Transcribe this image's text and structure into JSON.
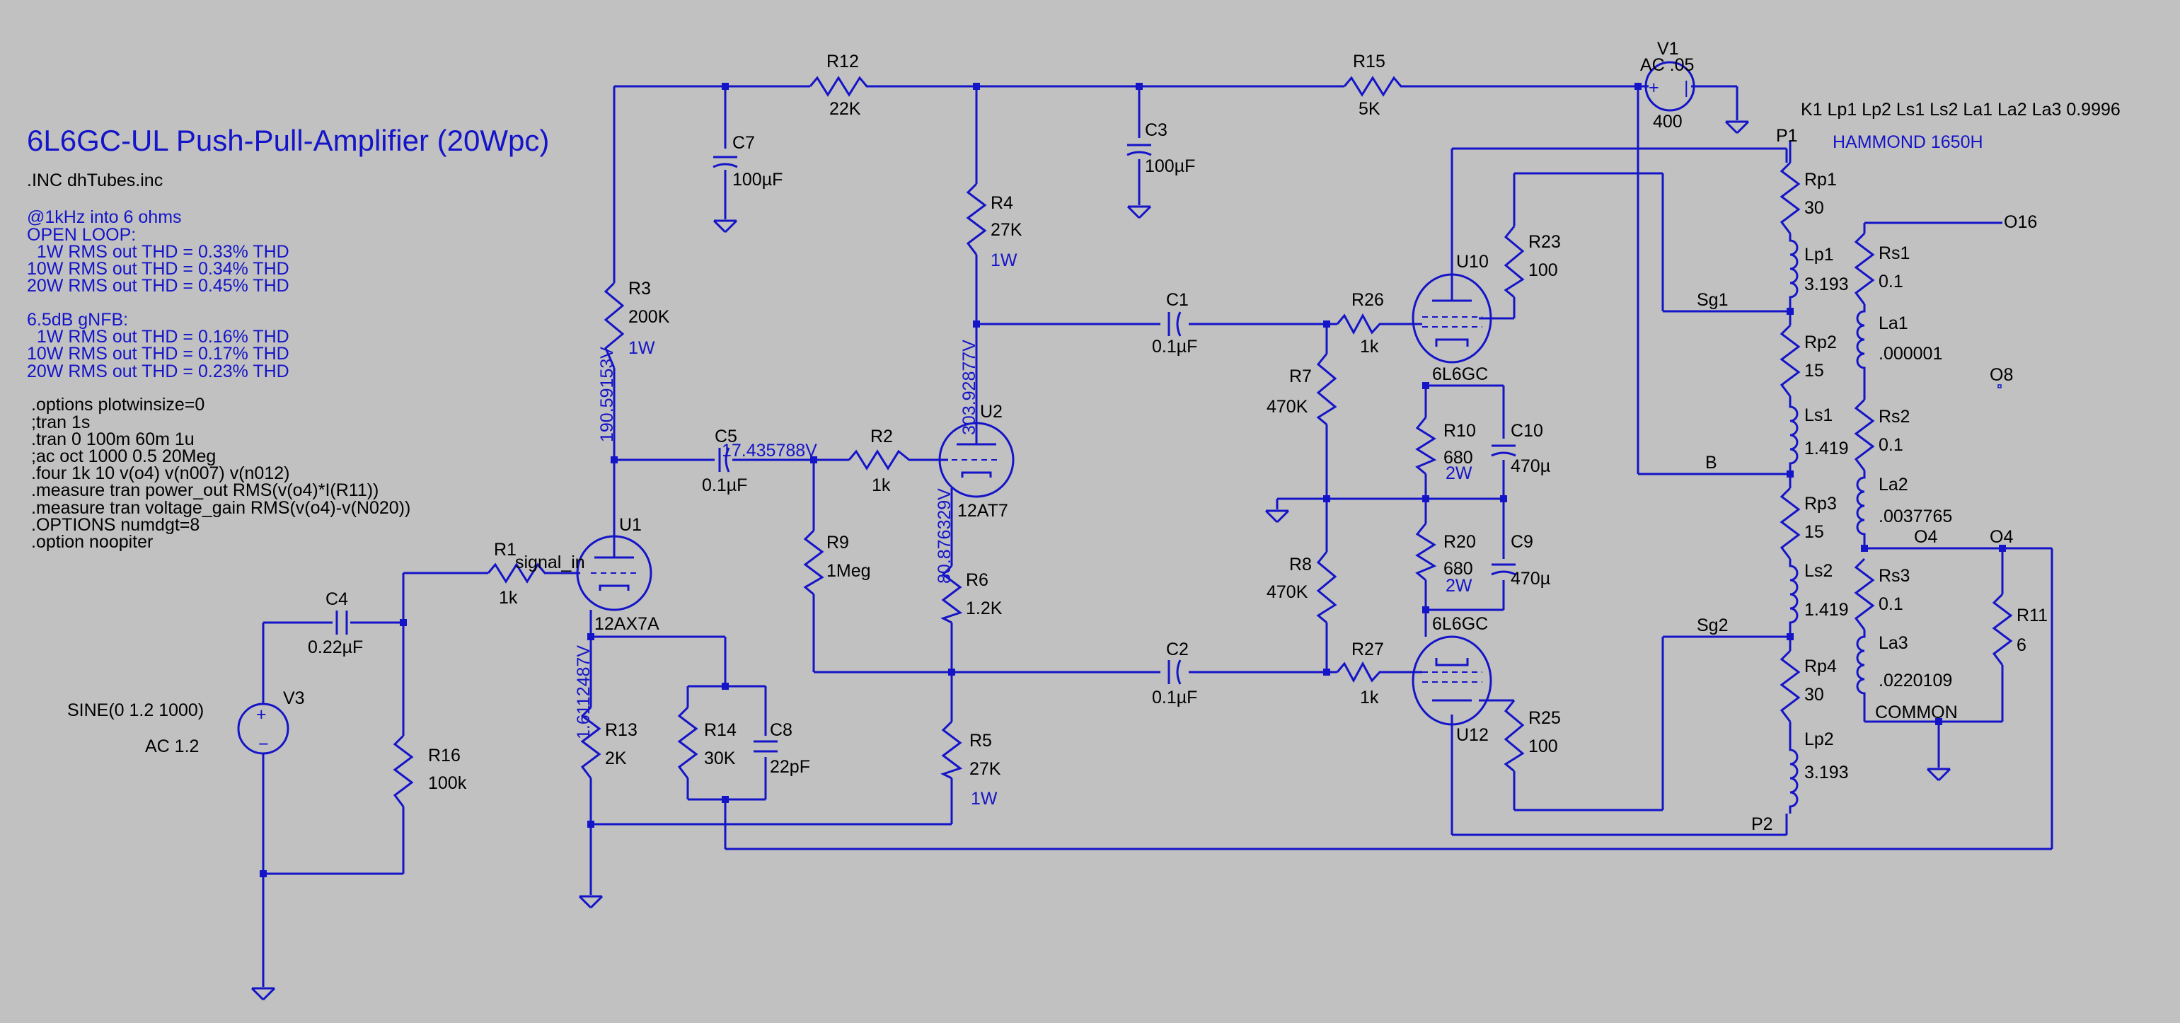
{
  "title": "6L6GC-UL Push-Pull-Amplifier (20Wpc)",
  "include": ".INC dhTubes.inc",
  "notes_blue": [
    "@1kHz into 6 ohms",
    "OPEN LOOP:",
    "  1W RMS out THD = 0.33% THD",
    "10W RMS out THD = 0.34% THD",
    "20W RMS out THD = 0.45% THD",
    "",
    "6.5dB gNFB:",
    "  1W RMS out THD = 0.16% THD",
    "10W RMS out THD = 0.17% THD",
    "20W RMS out THD = 0.23% THD"
  ],
  "directives": [
    ".options plotwinsize=0",
    ";tran 1s",
    ".tran 0 100m 60m 1u",
    ";ac oct 1000 0.5 20Meg",
    ".four 1k 10 v(o4) v(n007) v(n012)",
    ".measure tran power_out RMS(v(o4)*I(R11))",
    ".measure tran voltage_gain RMS(v(o4)-v(N020))",
    ".OPTIONS numdgt=8",
    ".option noopiter"
  ],
  "coupling": "K1 Lp1 Lp2 Ls1 Ls2 La1 La2 La3 0.9996",
  "transformer_label": "HAMMOND 1650H",
  "source_v3": {
    "name": "V3",
    "spec1": "SINE(0 1.2 1000)",
    "spec2": "AC 1.2"
  },
  "source_v1": {
    "name": "V1",
    "spec1": "AC .05",
    "value": "400"
  },
  "components": {
    "R12": {
      "name": "R12",
      "value": "22K"
    },
    "R15": {
      "name": "R15",
      "value": "5K"
    },
    "C7": {
      "name": "C7",
      "value": "100µF"
    },
    "C3": {
      "name": "C3",
      "value": "100µF"
    },
    "R4": {
      "name": "R4",
      "value": "27K",
      "extra": "1W"
    },
    "R3": {
      "name": "R3",
      "value": "200K",
      "extra": "1W"
    },
    "C1": {
      "name": "C1",
      "value": "0.1µF"
    },
    "R26": {
      "name": "R26",
      "value": "1k"
    },
    "R23": {
      "name": "R23",
      "value": "100"
    },
    "U10": {
      "name": "U10",
      "value": "6L6GC"
    },
    "R7": {
      "name": "R7",
      "value": "470K"
    },
    "R10": {
      "name": "R10",
      "value": "680",
      "extra": "2W"
    },
    "C10": {
      "name": "C10",
      "value": "470µ"
    },
    "R20": {
      "name": "R20",
      "value": "680",
      "extra": "2W"
    },
    "C9": {
      "name": "C9",
      "value": "470µ"
    },
    "R8": {
      "name": "R8",
      "value": "470K"
    },
    "U12": {
      "name": "U12",
      "value": "6L6GC"
    },
    "R27": {
      "name": "R27",
      "value": "1k"
    },
    "R25": {
      "name": "R25",
      "value": "100"
    },
    "C2": {
      "name": "C2",
      "value": "0.1µF"
    },
    "C5": {
      "name": "C5",
      "value": "0.1µF"
    },
    "R2": {
      "name": "R2",
      "value": "1k"
    },
    "U2": {
      "name": "U2",
      "value": "12AT7"
    },
    "R9": {
      "name": "R9",
      "value": "1Meg"
    },
    "R6": {
      "name": "R6",
      "value": "1.2K"
    },
    "R5": {
      "name": "R5",
      "value": "27K",
      "extra": "1W"
    },
    "U1": {
      "name": "U1",
      "value": "12AX7A"
    },
    "R1": {
      "name": "R1",
      "value": "1k"
    },
    "C4": {
      "name": "C4",
      "value": "0.22µF"
    },
    "R16": {
      "name": "R16",
      "value": "100k"
    },
    "R13": {
      "name": "R13",
      "value": "2K"
    },
    "R14": {
      "name": "R14",
      "value": "30K"
    },
    "C8": {
      "name": "C8",
      "value": "22pF"
    },
    "Rp1": {
      "name": "Rp1",
      "value": "30"
    },
    "Lp1": {
      "name": "Lp1",
      "value": "3.193"
    },
    "Rp2": {
      "name": "Rp2",
      "value": "15"
    },
    "Ls1": {
      "name": "Ls1",
      "value": "1.419"
    },
    "Rp3": {
      "name": "Rp3",
      "value": "15"
    },
    "Ls2": {
      "name": "Ls2",
      "value": "1.419"
    },
    "Rp4": {
      "name": "Rp4",
      "value": "30"
    },
    "Lp2": {
      "name": "Lp2",
      "value": "3.193"
    },
    "Rs1": {
      "name": "Rs1",
      "value": "0.1"
    },
    "La1": {
      "name": "La1",
      "value": ".000001"
    },
    "Rs2": {
      "name": "Rs2",
      "value": "0.1"
    },
    "La2": {
      "name": "La2",
      "value": ".0037765"
    },
    "Rs3": {
      "name": "Rs3",
      "value": "0.1"
    },
    "La3": {
      "name": "La3",
      "value": ".0220109"
    },
    "R11": {
      "name": "R11",
      "value": "6"
    }
  },
  "net_labels": {
    "signal_in": "signal_in",
    "P1": "P1",
    "P2": "P2",
    "Sg1": "Sg1",
    "Sg2": "Sg2",
    "B": "B",
    "O16": "O16",
    "O8": "O8",
    "O4a": "O4",
    "O4b": "O4",
    "COMMON": "COMMON"
  },
  "voltages": {
    "v1": "190.59153V",
    "v2": "303.92877V",
    "v3": "17.435788V",
    "v4": "80.876329V",
    "v5": "1.6112487V"
  }
}
